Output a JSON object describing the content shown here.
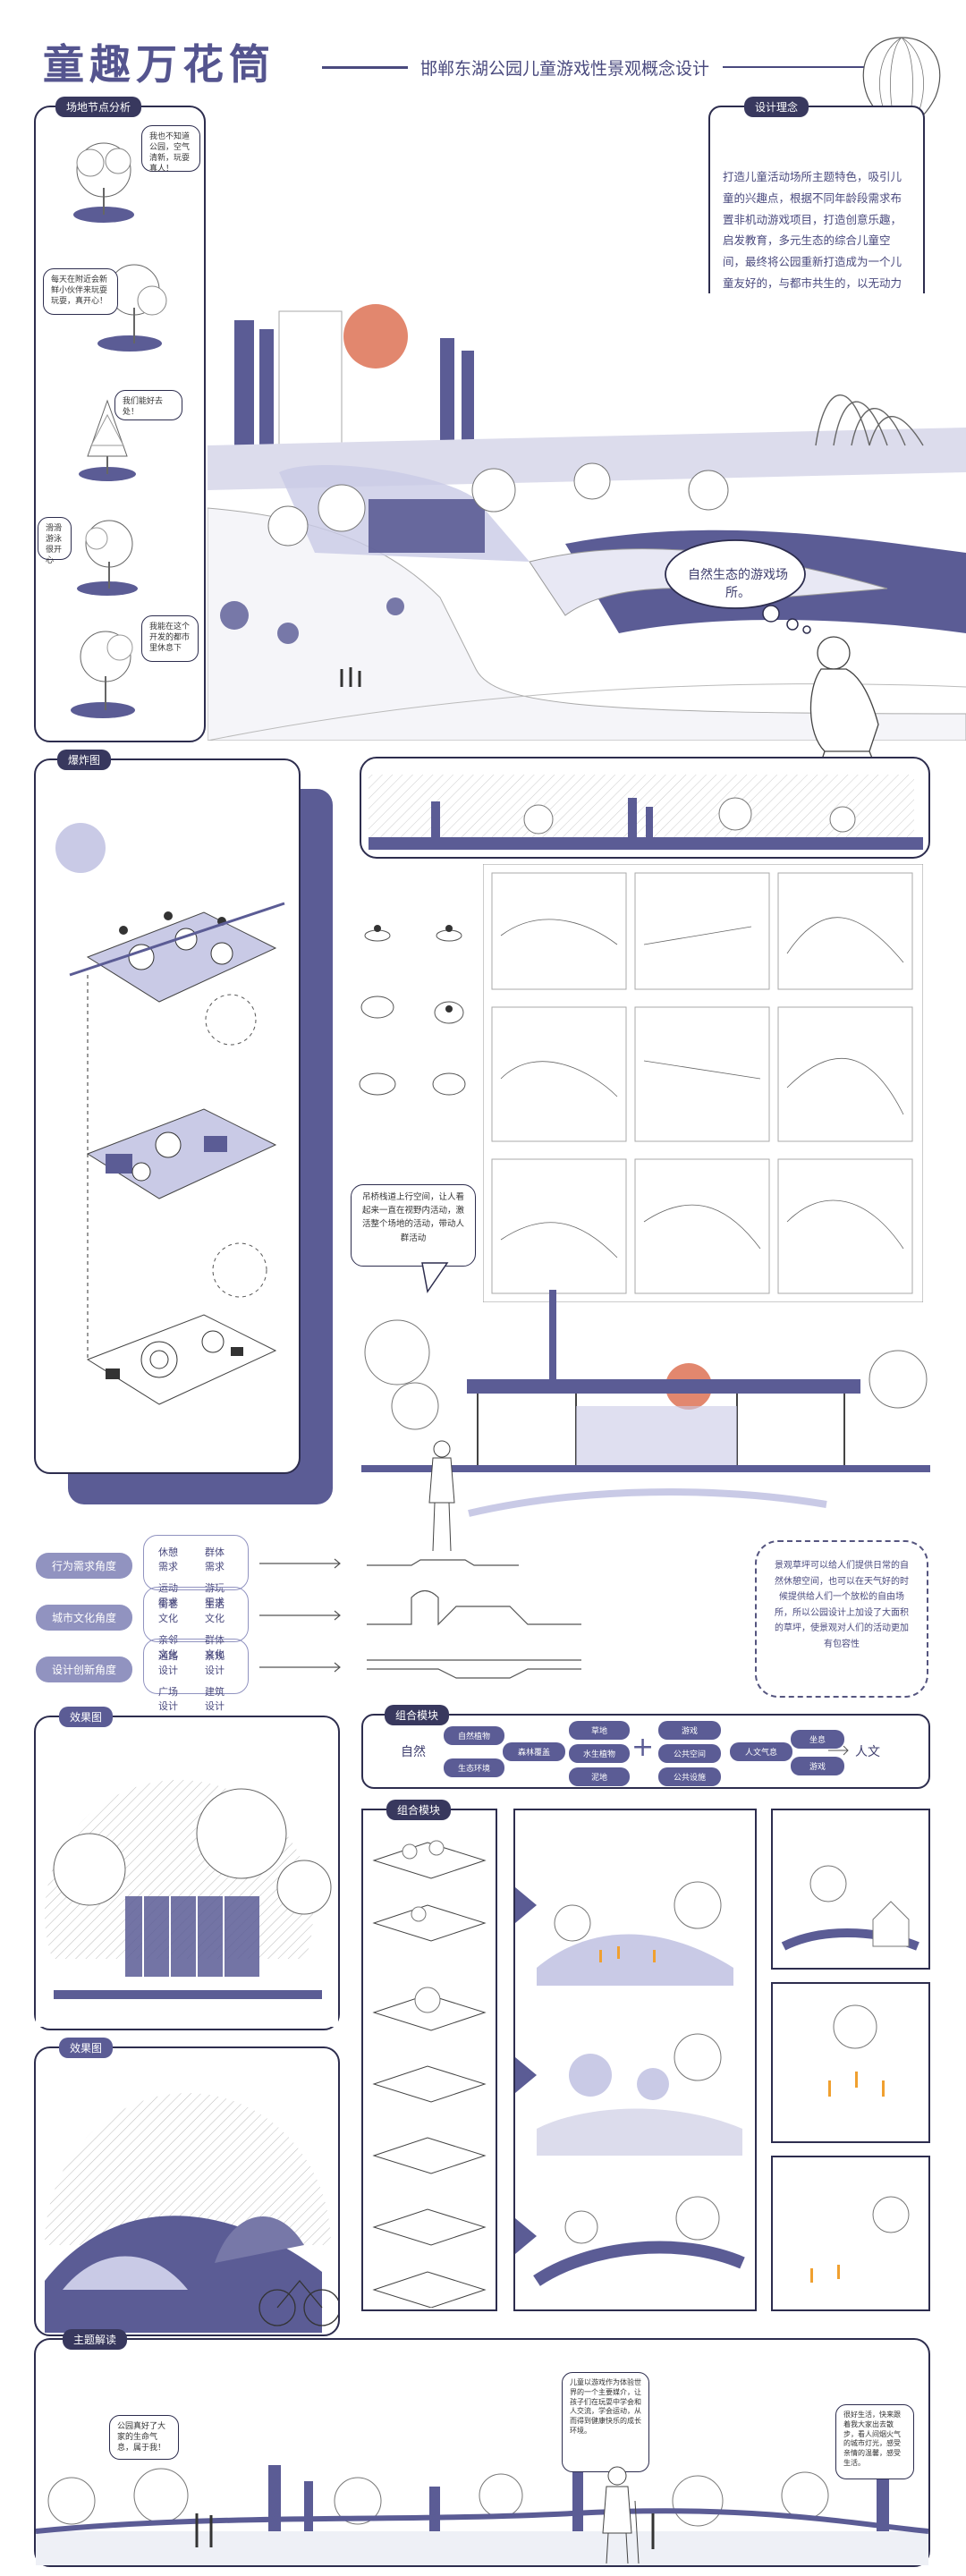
{
  "header": {
    "title": "童趣万花筒",
    "subtitle": "邯郸东湖公园儿童游戏性景观概念设计"
  },
  "nodes": {
    "tag": "场地节点分析",
    "bubbles": [
      "我也不知道公园，空气清新，玩耍真人！",
      "每天在附近会新鲜小伙伴来玩耍玩耍，真开心！",
      "我们能好去处！",
      "滑滑游泳很开心",
      "我能在这个开发的都市里休息下"
    ]
  },
  "concept": {
    "tag": "设计理念",
    "text": "打造儿童活动场所主题特色，吸引儿童的兴趣点，根据不同年龄段需求布置非机动游戏项目，打造创意乐趣，启发教育，多元生态的综合儿童空间，最终将公园重新打造成为一个儿童友好的，与都市共生的，以无动力设施为主要的，自然生态，有益健康，并有趣的高品质游戏场所。",
    "thought": "自然生态的游戏场所。"
  },
  "explode": {
    "tag": "爆炸图",
    "bubble": "吊桥栈道上行空间，让人看起来一直在视野内活动，激活整个场地的活动，带动人群活动"
  },
  "analysis": {
    "rows": [
      {
        "label": "行为需求角度",
        "items": [
          "休憩需求",
          "群体需求",
          "运动需求",
          "游玩需求"
        ]
      },
      {
        "label": "城市文化角度",
        "items": [
          "街巷文化",
          "生活文化",
          "亲邻文化",
          "群体文化"
        ]
      },
      {
        "label": "设计创新角度",
        "items": [
          "通路设计",
          "景观设计",
          "广场设计",
          "建筑设计"
        ]
      }
    ],
    "note": "景观草坪可以给人们提供日常的自然休憩空间，也可以在天气好的时候提供给人们一个放松的自由场所，所以公园设计上加设了大面积的草坪，使景观对人们的活动更加有包容性"
  },
  "combo_top": {
    "tag": "组合模块",
    "start": "自然",
    "end": "人文",
    "plus": "+",
    "chips_left": [
      "自然植物",
      "生态环境"
    ],
    "chip_mid": "森林覆盖",
    "chips_center": [
      "草地",
      "水生植物",
      "泥地"
    ],
    "chips_right": [
      "游戏",
      "公共空间",
      "公共设施"
    ],
    "chip_mid2": "人文气息",
    "chips_far": [
      "坐息",
      "游戏"
    ]
  },
  "combo_grid": {
    "tag": "组合模块"
  },
  "effects": {
    "tag1": "效果图",
    "tag2": "效果图"
  },
  "theme": {
    "tag": "主题解读",
    "bubble_left": "公园真好了大家的生命气息，属于我！",
    "bubble_center": "儿童以游戏作为体验世界的一个主要媒介，让孩子们在玩耍中学会和人交流，学会运动，从而得到健康快乐的成长环境。",
    "bubble_right": "很好生活，快来跟着我大家出去散步，看人间烟火气的城市灯光，感受亲情的温馨，感受生活。"
  },
  "colors": {
    "accent": "#5b5c95",
    "accent_dark": "#38385e",
    "light": "#c9cae6",
    "sun": "#e2876e"
  }
}
